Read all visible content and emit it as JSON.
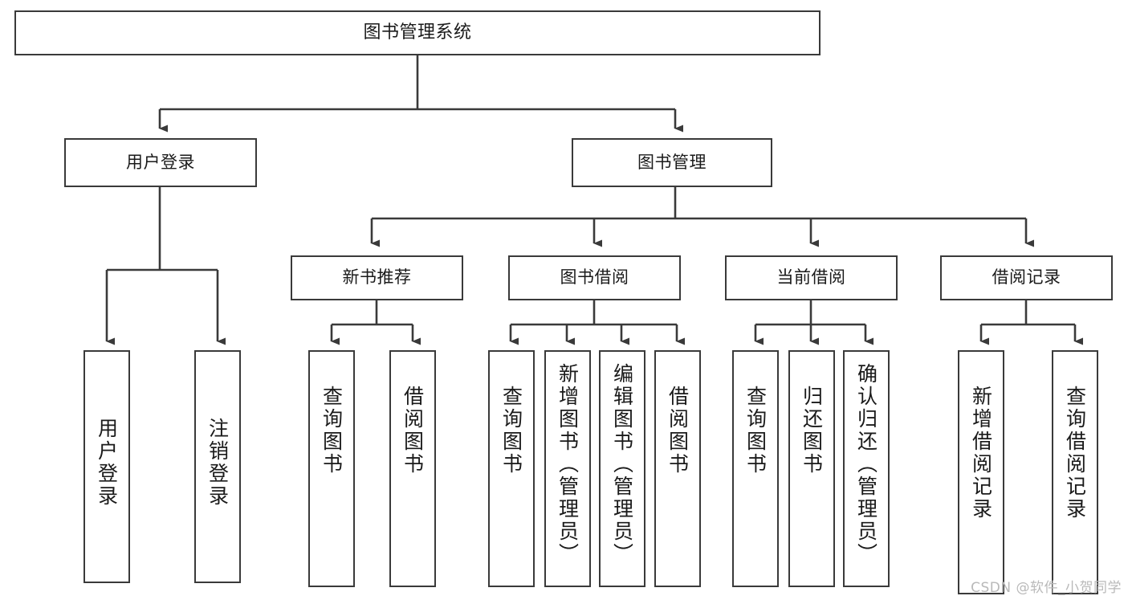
{
  "diagram": {
    "type": "tree",
    "title": "图书管理系统",
    "stroke_color": "#3a3a3a",
    "fill_color": "#ffffff",
    "text_color": "#1a1a1a"
  },
  "nodes": {
    "root": {
      "label": "图书管理系统"
    },
    "level2": [
      {
        "label": "用户登录"
      },
      {
        "label": "图书管理"
      }
    ],
    "level3": [
      {
        "label": "新书推荐"
      },
      {
        "label": "图书借阅"
      },
      {
        "label": "当前借阅"
      },
      {
        "label": "借阅记录"
      }
    ],
    "leaves": {
      "user_login": [
        {
          "label": "用户登录"
        },
        {
          "label": "注销登录"
        }
      ],
      "new_book_recommend": [
        {
          "label": "查询图书"
        },
        {
          "label": "借阅图书"
        }
      ],
      "book_borrow": [
        {
          "label": "查询图书"
        },
        {
          "label": "新增图书（管理员）"
        },
        {
          "label": "编辑图书（管理员）"
        },
        {
          "label": "借阅图书"
        }
      ],
      "current_borrow": [
        {
          "label": "查询图书"
        },
        {
          "label": "归还图书"
        },
        {
          "label": "确认归还（管理员）"
        }
      ],
      "borrow_records": [
        {
          "label": "新增借阅记录"
        },
        {
          "label": "查询借阅记录"
        }
      ]
    }
  },
  "watermark": {
    "text": "CSDN @软件_小贺同学"
  }
}
